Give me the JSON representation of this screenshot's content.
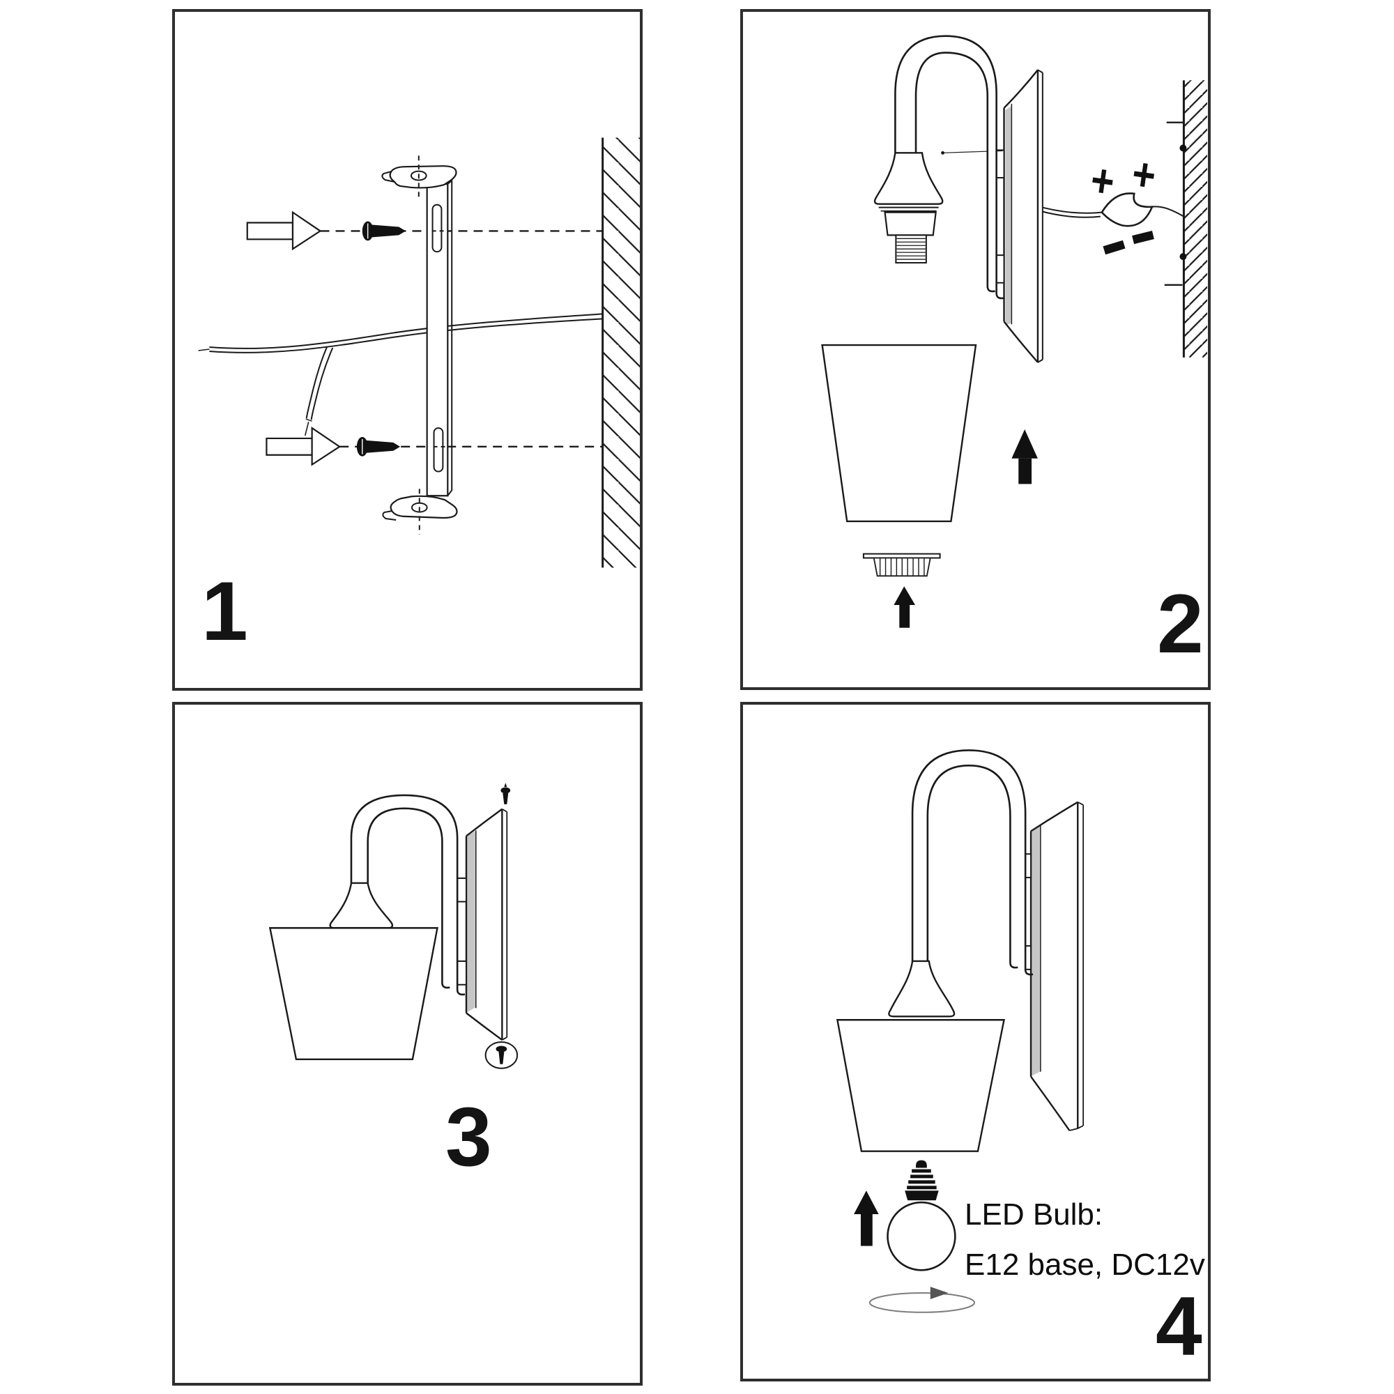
{
  "colors": {
    "background": "#ffffff",
    "panel_border": "#2f2f2f",
    "line": "#1a1a1a",
    "plate_shading": "#c6c6c6",
    "rotation_arrow": "#7d7d7d"
  },
  "panels": [
    {
      "step_label": "1"
    },
    {
      "step_label": "2"
    },
    {
      "step_label": "3"
    },
    {
      "step_label": "4"
    }
  ],
  "wiring_symbols": {
    "positive": "+",
    "negative": "−"
  },
  "bulb_note": {
    "line1": "LED Bulb:",
    "line2": "E12 base, DC12v"
  },
  "icons": {
    "panel1": [
      "wall-anchor-arrow-icon",
      "screw-icon",
      "mounting-bracket",
      "power-wires",
      "wall-hatch"
    ],
    "panel2": [
      "lamp-arm",
      "lamp-socket",
      "wall-plate",
      "lamp-shade",
      "retainer-ring",
      "up-arrow-icon",
      "plus-icon",
      "minus-icon",
      "twisted-wire-icon",
      "wall-hatch"
    ],
    "panel3": [
      "assembled-lamp",
      "top-screw-icon",
      "circled-screw-icon"
    ],
    "panel4": [
      "assembled-lamp",
      "led-bulb-icon",
      "up-arrow-icon",
      "rotation-arrow-icon"
    ]
  }
}
